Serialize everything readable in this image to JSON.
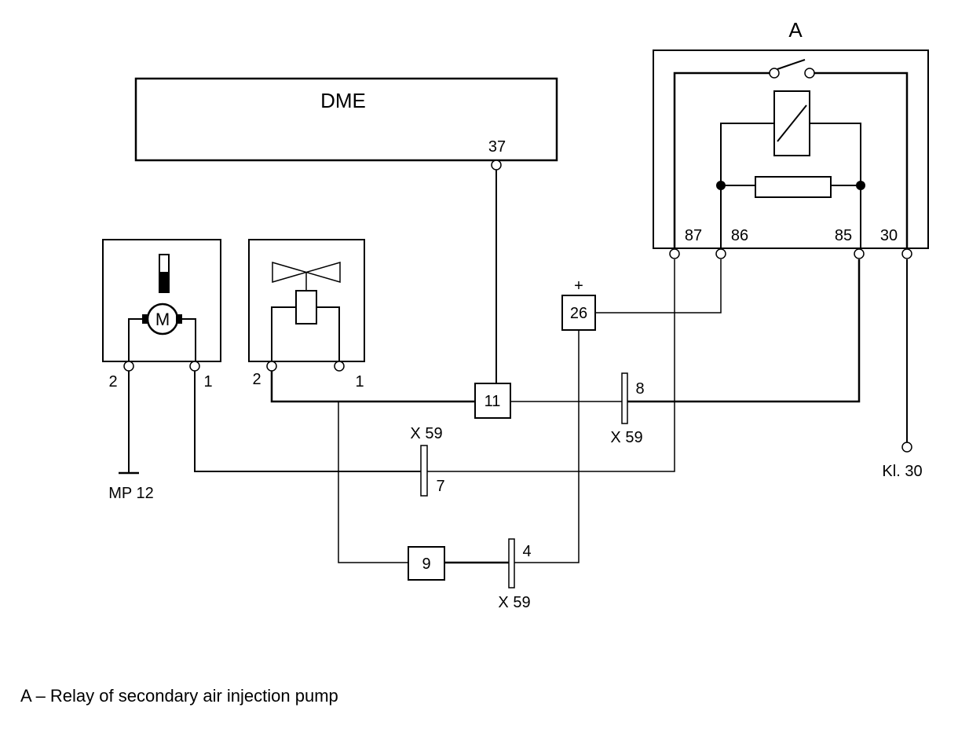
{
  "relay": {
    "letter": "A",
    "pins": {
      "p87": "87",
      "p86": "86",
      "p85": "85",
      "p30": "30"
    }
  },
  "dme": {
    "label": "DME",
    "pin": "37"
  },
  "pump_motor": {
    "symbol": "M",
    "pin_left": "2",
    "pin_right": "1",
    "ground": "MP 12"
  },
  "valve": {
    "pin_left": "2",
    "pin_right": "1"
  },
  "nodes": {
    "n26": "26",
    "n26_sign": "+",
    "n11": "11",
    "n9": "9"
  },
  "connectors": {
    "c8": {
      "pin": "8",
      "name": "X 59"
    },
    "c7": {
      "pin": "7",
      "name": "X 59"
    },
    "c4": {
      "pin": "4",
      "name": "X 59"
    }
  },
  "terminal_kl30": "Kl. 30",
  "caption": "A – Relay of secondary air injection pump"
}
